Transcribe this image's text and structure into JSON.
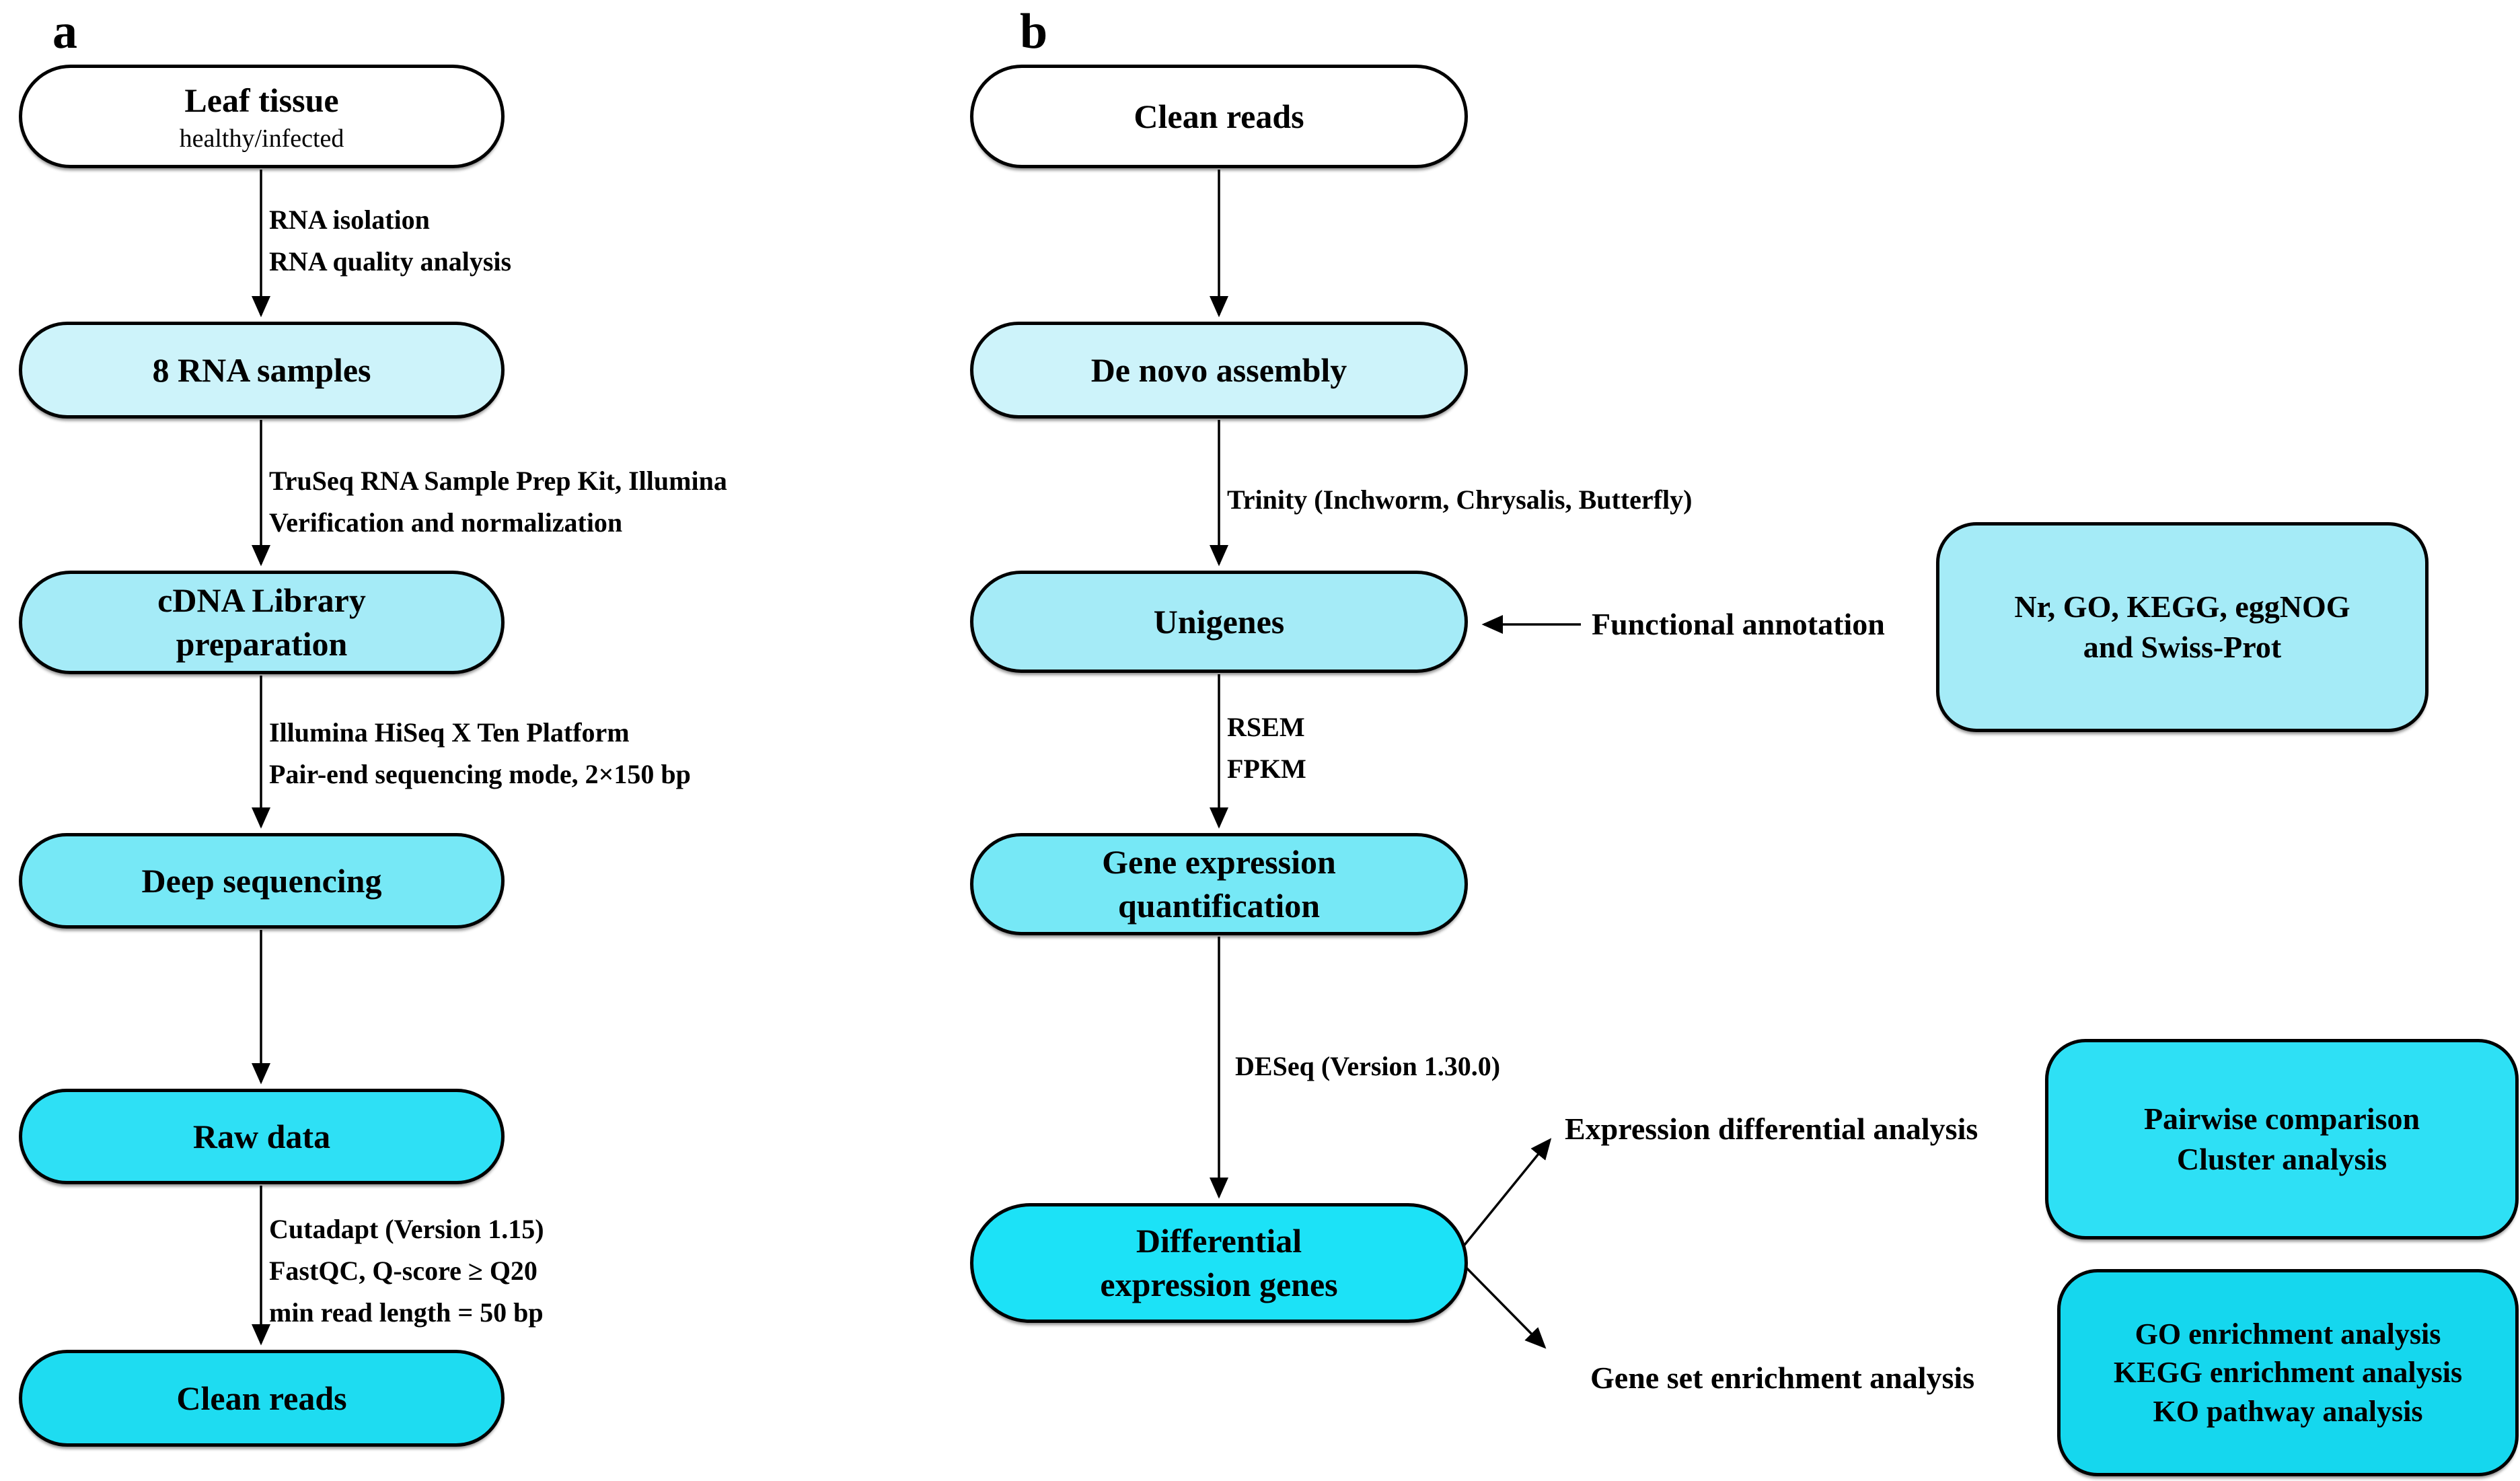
{
  "figure": {
    "type": "flowchart",
    "description": "RNA-seq experimental and bioinformatic analysis workflow, panels a and b"
  },
  "colors": {
    "node_white": "#ffffff",
    "node_cyan_pale": "#cdf3fa",
    "node_cyan_light": "#a5ebf7",
    "node_cyan_medium": "#76e8f6",
    "node_cyan_bright": "#2ee0f5",
    "node_cyan_deep": "#1edcf1",
    "node_cyan_vivid": "#1ce2f7",
    "node_cyan_dark": "#15d7ee",
    "border": "#000000"
  },
  "panel_a": {
    "label": "a",
    "nodes": {
      "leaf_tissue": {
        "title": "Leaf tissue",
        "subtitle": "healthy/infected"
      },
      "rna_samples": {
        "title": "8 RNA samples"
      },
      "cdna_library": {
        "title": "cDNA Library\npreparation"
      },
      "deep_sequencing": {
        "title": "Deep sequencing"
      },
      "raw_data": {
        "title": "Raw data"
      },
      "clean_reads": {
        "title": "Clean reads"
      }
    },
    "edges": {
      "rna_isolation": "RNA isolation\nRNA quality analysis",
      "truseq": "TruSeq RNA Sample Prep Kit, Illumina\nVerification and normalization",
      "illumina": "Illumina HiSeq X Ten Platform\nPair-end sequencing mode, 2×150 bp",
      "cutadapt": "Cutadapt (Version 1.15)\nFastQC, Q-score ≥ Q20\nmin read length = 50 bp"
    }
  },
  "panel_b": {
    "label": "b",
    "nodes": {
      "clean_reads": {
        "title": "Clean reads"
      },
      "de_novo_assembly": {
        "title": "De novo assembly"
      },
      "unigenes": {
        "title": "Unigenes"
      },
      "gene_expression": {
        "title": "Gene expression\nquantification"
      },
      "diff_expression_genes": {
        "title": "Differential\nexpression genes"
      },
      "annotation_databases": {
        "title": "Nr, GO, KEGG, eggNOG\nand Swiss-Prot"
      },
      "pairwise_cluster": {
        "title": "Pairwise comparison\nCluster analysis"
      },
      "enrichment": {
        "title": "GO enrichment analysis\nKEGG enrichment analysis\nKO pathway analysis"
      }
    },
    "edges": {
      "trinity": "Trinity (Inchworm, Chrysalis, Butterfly)",
      "rsem_fpkm": "RSEM\nFPKM",
      "deseq": "DESeq (Version 1.30.0)",
      "functional_annotation": "Functional annotation",
      "expression_differential": "Expression differential analysis",
      "gene_set_enrichment": "Gene set enrichment analysis"
    }
  }
}
